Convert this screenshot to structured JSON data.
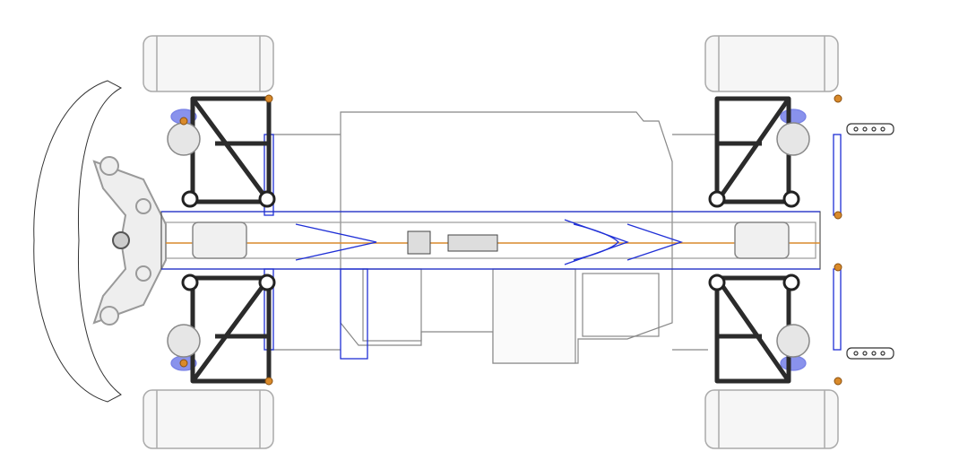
{
  "drawing": {
    "subject": "rc-touring-car-chassis-top-view",
    "colors": {
      "outline": "#555555",
      "light_outline": "#9a9a9a",
      "wheel_fill": "#f4f4f4",
      "arm_dark": "#2b2b2b",
      "accent_blue": "#1f2fd6",
      "accent_orange": "#d98a2b"
    },
    "icons": [
      "wheel",
      "suspension-arm",
      "shock-absorber",
      "chassis-plate",
      "battery-tray",
      "bumper",
      "drive-belt"
    ]
  }
}
